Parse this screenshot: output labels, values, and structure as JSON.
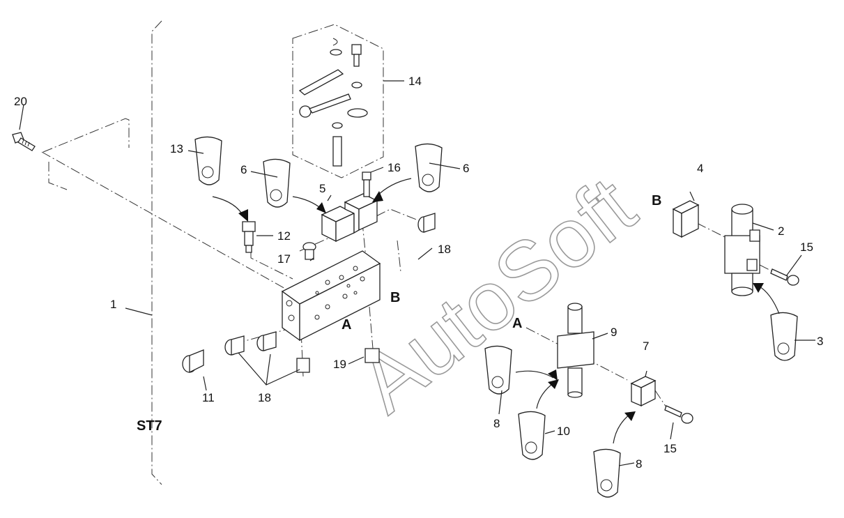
{
  "diagram": {
    "part_labels": {
      "p1": "1",
      "p2": "2",
      "p3": "3",
      "p4": "4",
      "p5": "5",
      "p6a": "6",
      "p6b": "6",
      "p7": "7",
      "p8a": "8",
      "p8b": "8",
      "p9": "9",
      "p10": "10",
      "p11": "11",
      "p12": "12",
      "p13": "13",
      "p14": "14",
      "p15a": "15",
      "p15b": "15",
      "p16": "16",
      "p17": "17",
      "p18a": "18",
      "p18b": "18",
      "p19": "19",
      "p20": "20"
    },
    "view_labels": {
      "A1": "A",
      "B1": "B",
      "A2": "A",
      "B2": "B",
      "station": "ST7"
    },
    "watermark": "AutoSoft"
  }
}
